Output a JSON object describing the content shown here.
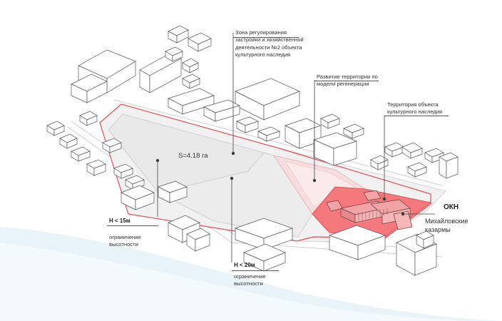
{
  "area": {
    "text": "S=4.18 га"
  },
  "labels": {
    "zone_regulation": [
      "Зона регулирования",
      "застройки и хозяйственной",
      "деятельности №2 объекта",
      "культурного наследия"
    ],
    "regeneration": [
      "Развитие территории по",
      "модели регенерации"
    ],
    "heritage_territory": [
      "Территория объекта",
      "культурного наследия"
    ],
    "okh": {
      "title": "ОКН",
      "subtitle": [
        "Михайловские",
        "казармы"
      ]
    },
    "height_15": {
      "title": "Н < 15м",
      "subtitle": [
        "ограничение",
        "высотности"
      ]
    },
    "height_20": {
      "title": "Н < 20м",
      "subtitle": [
        "ограничение",
        "высотности"
      ]
    }
  },
  "colors": {
    "boundary": "#e0525a",
    "heritage_fill": "#f4787c",
    "regeneration_fill": "#f7dcdc",
    "site_fill": "#eeeeee",
    "river": "#e7f3f7"
  }
}
